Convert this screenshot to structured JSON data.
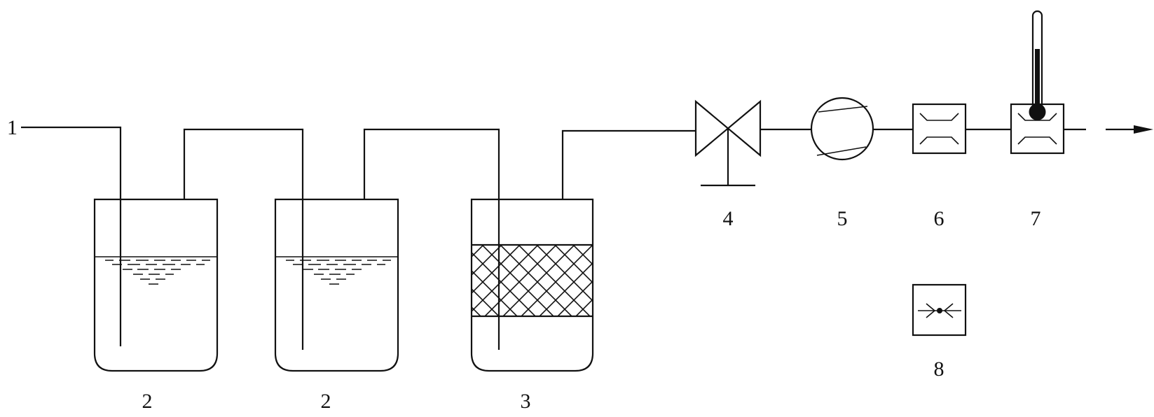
{
  "labels": {
    "inlet": "1",
    "bottle_a": "2",
    "bottle_b": "2",
    "filter_bottle": "3",
    "valve": "4",
    "gas_meter": "5",
    "flowmeter": "6",
    "flowmeter_with_thermometer": "7",
    "standalone_device": "8"
  },
  "colors": {
    "stroke": "#111111",
    "background": "#ffffff"
  },
  "icons": {
    "valve": "valve-icon",
    "gas_meter": "gas-meter-icon",
    "flowmeter": "flowmeter-icon",
    "thermometer": "thermometer-icon",
    "device_8": "device-icon",
    "outlet": "arrow-right-icon"
  }
}
